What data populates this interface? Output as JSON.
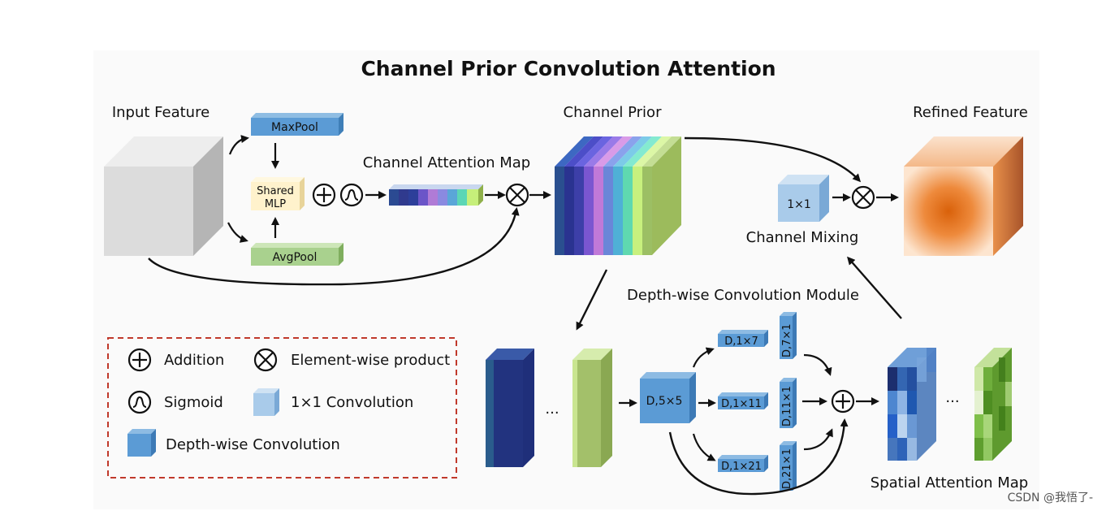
{
  "title": "Channel Prior Convolution Attention",
  "labels": {
    "input_feature": "Input Feature",
    "maxpool": "MaxPool",
    "avgpool": "AvgPool",
    "shared_mlp_line1": "Shared",
    "shared_mlp_line2": "MLP",
    "channel_attention_map": "Channel Attention Map",
    "channel_prior": "Channel Prior",
    "refined_feature": "Refined Feature",
    "one_by_one": "1×1",
    "channel_mixing": "Channel Mixing",
    "depthwise_module": "Depth-wise Convolution Module",
    "spatial_attention_map": "Spatial Attention Map",
    "ellipsis": "···",
    "dw_5x5": "D,5×5",
    "dw_1x7": "D,1×7",
    "dw_7x1": "D,7×1",
    "dw_1x11": "D,1×11",
    "dw_11x1": "D,11×1",
    "dw_1x21": "D,1×21",
    "dw_21x1": "D,21×1"
  },
  "legend": {
    "addition": "Addition",
    "element_wise_product": "Element-wise product",
    "sigmoid": "Sigmoid",
    "conv_1x1": "1×1 Convolution",
    "depthwise_conv": "Depth-wise Convolution"
  },
  "watermark": "CSDN @我悟了-",
  "colors": {
    "pool_blue": "#5b9bd5",
    "pool_green": "#a9d18e",
    "mlp_yellow": "#fff2cc",
    "input_gray": "#d9d9d9",
    "conv_light_blue": "#9dc3e6",
    "refined_orange": "#e06a10",
    "legend_border": "#c0392b"
  }
}
